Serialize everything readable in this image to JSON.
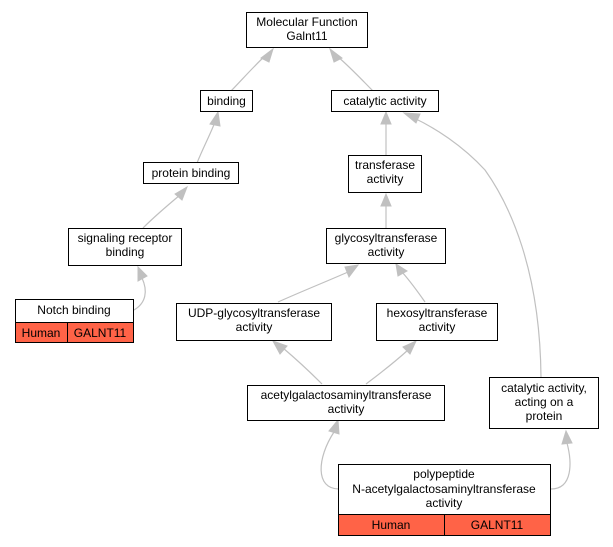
{
  "colors": {
    "tag_fill": "#ff6347",
    "edge": "#c0c0c0",
    "node_border": "#000000"
  },
  "nodes": {
    "mf": {
      "lines": [
        "Molecular Function",
        "Galnt11"
      ]
    },
    "bind": {
      "lines": [
        "binding"
      ]
    },
    "cat": {
      "lines": [
        "catalytic activity"
      ]
    },
    "prot": {
      "lines": [
        "protein binding"
      ]
    },
    "trans": {
      "lines": [
        "transferase",
        "activity"
      ]
    },
    "sig": {
      "lines": [
        "signaling receptor",
        "binding"
      ]
    },
    "glyc": {
      "lines": [
        "glycosyltransferase",
        "activity"
      ]
    },
    "notch": {
      "lines": [
        "Notch binding"
      ],
      "tags": [
        "Human",
        "GALNT11"
      ]
    },
    "udp": {
      "lines": [
        "UDP-glycosyltransferase",
        "activity"
      ]
    },
    "hexo": {
      "lines": [
        "hexosyltransferase",
        "activity"
      ]
    },
    "acet": {
      "lines": [
        "acetylgalactosaminyltransferase",
        "activity"
      ]
    },
    "catp": {
      "lines": [
        "catalytic activity,",
        "acting on a",
        "protein"
      ]
    },
    "poly": {
      "lines": [
        "polypeptide",
        "N-acetylgalactosaminyltransferase",
        "activity"
      ],
      "tags": [
        "Human",
        "GALNT11"
      ]
    }
  }
}
